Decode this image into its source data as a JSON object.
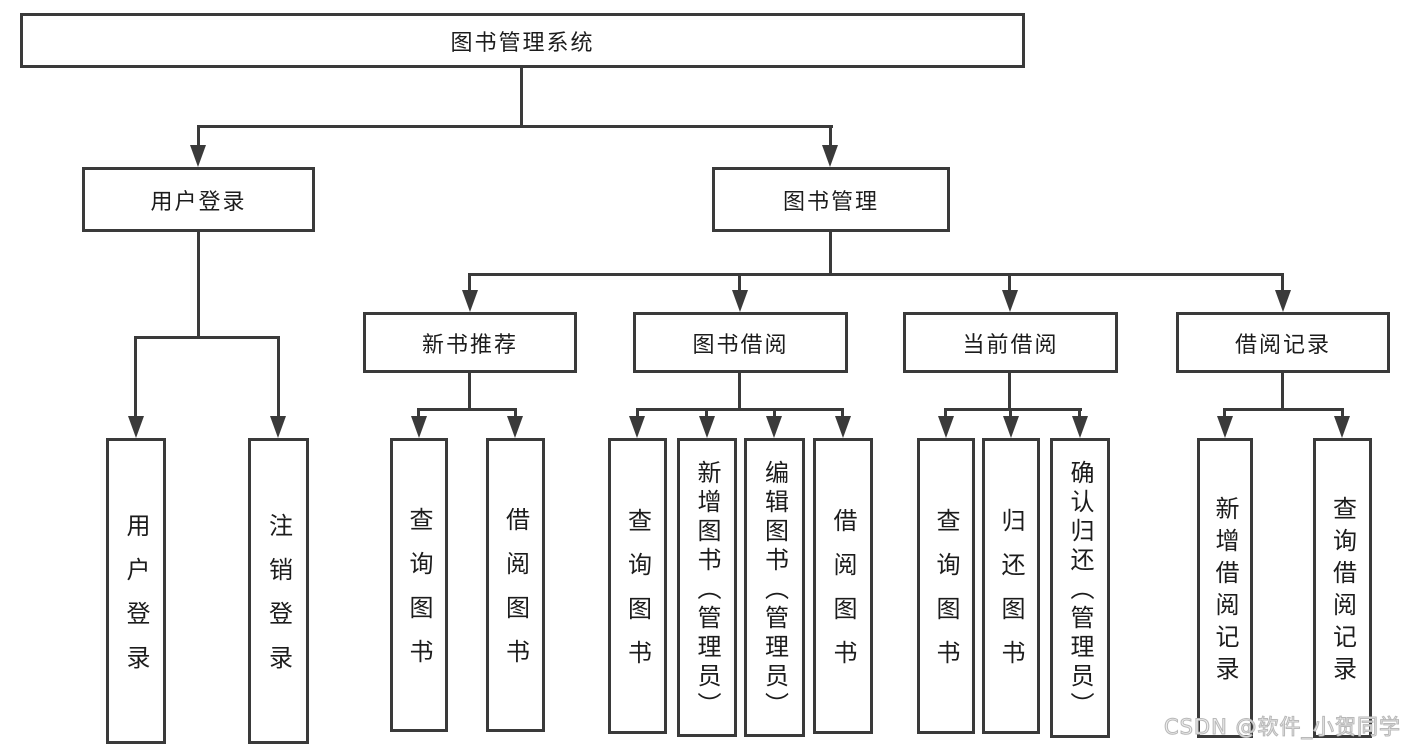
{
  "watermark": "CSDN @软件_小贺同学",
  "colors": {
    "line": "#3a3a3a",
    "text": "#1c1c1c",
    "background": "#ffffff",
    "watermark": "#d8d8d8"
  },
  "tree": {
    "root": {
      "label": "图书管理系统"
    },
    "branches": [
      {
        "label": "用户登录",
        "children": [
          {
            "label": "用户登录"
          },
          {
            "label": "注销登录"
          }
        ]
      },
      {
        "label": "图书管理",
        "children": [
          {
            "label": "新书推荐",
            "children": [
              {
                "label": "查询图书"
              },
              {
                "label": "借阅图书"
              }
            ]
          },
          {
            "label": "图书借阅",
            "children": [
              {
                "label": "查询图书"
              },
              {
                "label": "新增图书（管理员）"
              },
              {
                "label": "编辑图书（管理员）"
              },
              {
                "label": "借阅图书"
              }
            ]
          },
          {
            "label": "当前借阅",
            "children": [
              {
                "label": "查询图书"
              },
              {
                "label": "归还图书"
              },
              {
                "label": "确认归还（管理员）"
              }
            ]
          },
          {
            "label": "借阅记录",
            "children": [
              {
                "label": "新增借阅记录"
              },
              {
                "label": "查询借阅记录"
              }
            ]
          }
        ]
      }
    ]
  }
}
